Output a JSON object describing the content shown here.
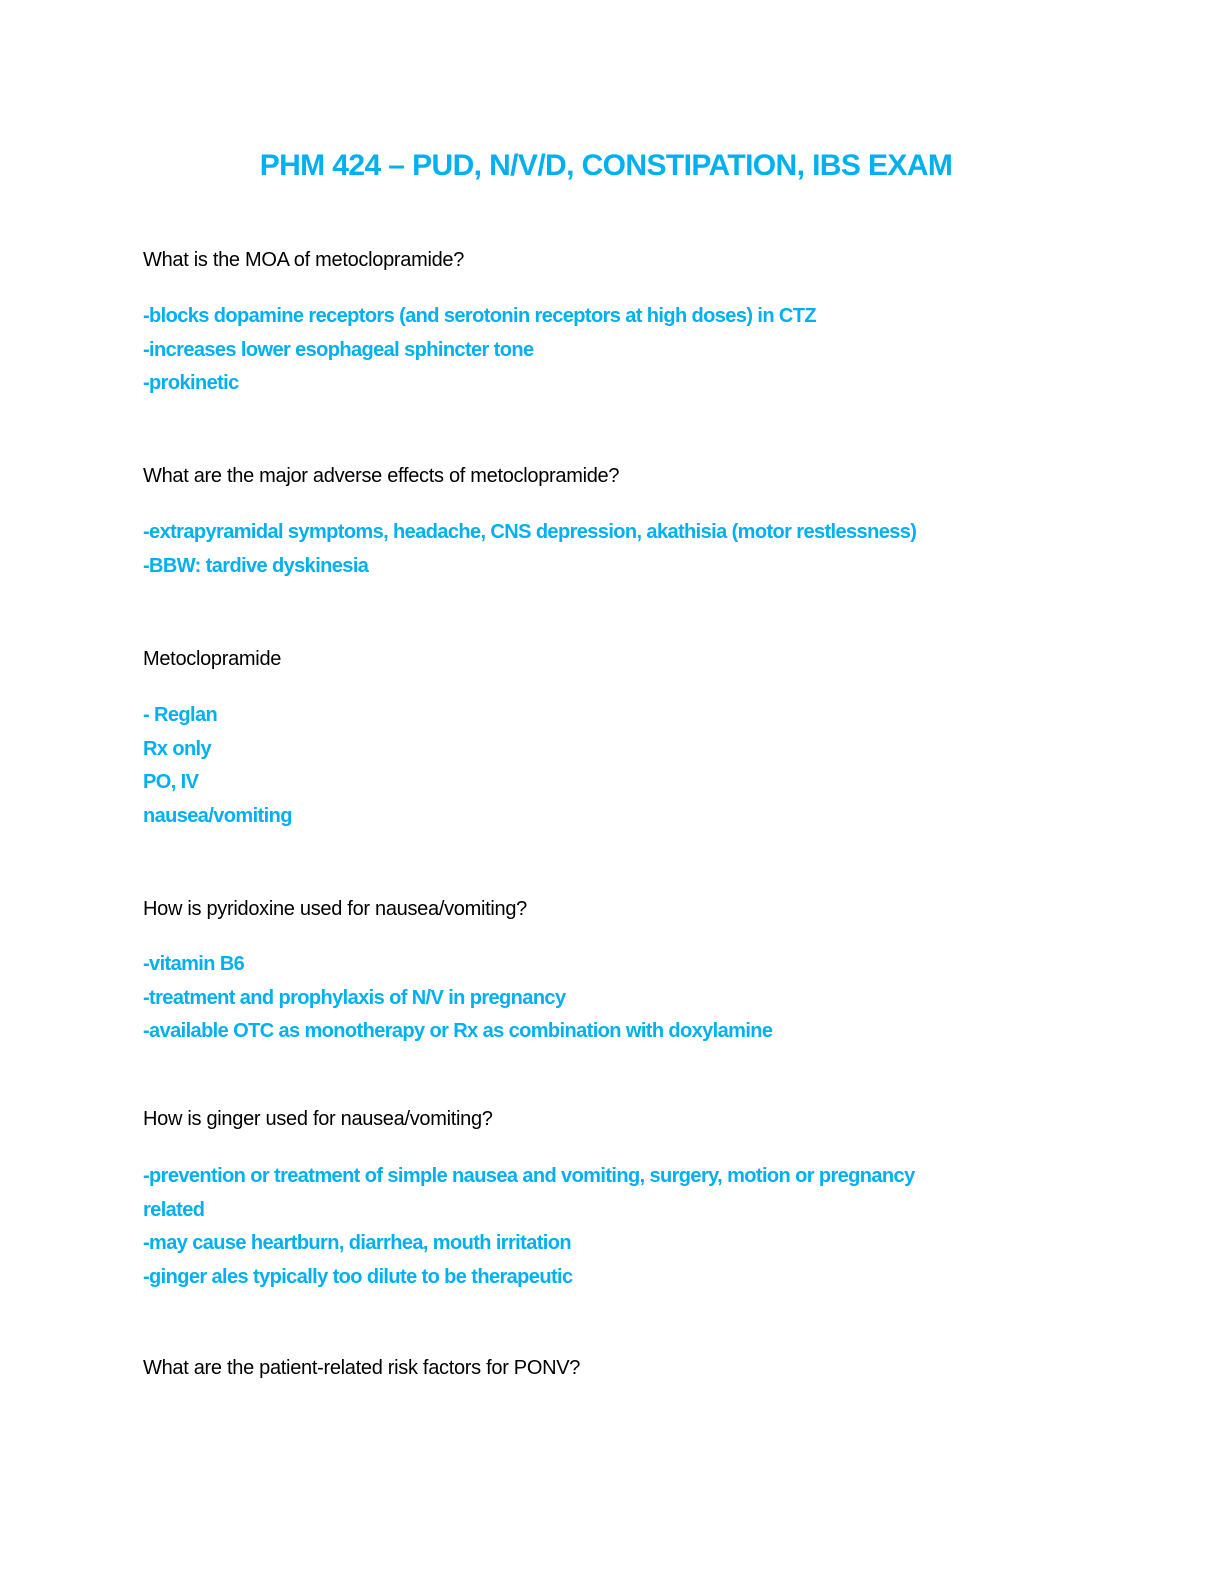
{
  "document": {
    "title": "PHM 424 – PUD, N/V/D, CONSTIPATION, IBS EXAM",
    "accent_color": "#00b0f0",
    "sections": [
      {
        "question": "What is the MOA of metoclopramide?",
        "answer_lines": [
          "-blocks dopamine receptors (and serotonin receptors at high doses) in CTZ",
          "-increases lower esophageal sphincter tone",
          "-prokinetic"
        ]
      },
      {
        "question": "What are the major adverse effects of metoclopramide?",
        "answer_lines": [
          "-extrapyramidal symptoms, headache, CNS depression, akathisia (motor restlessness)",
          "-BBW: tardive dyskinesia"
        ]
      },
      {
        "question": "Metoclopramide",
        "answer_lines": [
          "- Reglan",
          "Rx only",
          "PO, IV",
          "nausea/vomiting"
        ]
      },
      {
        "question": "How is pyridoxine used for nausea/vomiting?",
        "answer_lines": [
          "-vitamin B6",
          "-treatment and prophylaxis of N/V in pregnancy",
          "-available OTC as monotherapy or Rx as combination with doxylamine"
        ]
      },
      {
        "question": "How is ginger used for nausea/vomiting?",
        "answer_lines": [
          "-prevention or treatment of simple nausea and vomiting, surgery, motion or pregnancy",
          "related",
          "-may cause heartburn, diarrhea, mouth irritation",
          "-ginger ales typically too dilute to be therapeutic"
        ]
      },
      {
        "question": "What are the patient-related risk factors for PONV?",
        "answer_lines": []
      }
    ]
  }
}
